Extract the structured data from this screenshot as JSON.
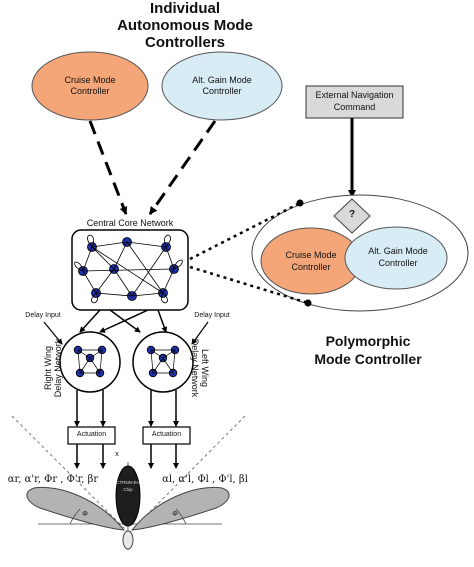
{
  "title": {
    "line1": "Individual",
    "line2": "Autonomous Mode",
    "line3": "Controllers"
  },
  "cruise_controller": {
    "line1": "Cruise Mode",
    "line2": "Controller"
  },
  "altgain_controller": {
    "line1": "Alt. Gain Mode",
    "line2": "Controller"
  },
  "external_nav": {
    "line1": "External Navigation",
    "line2": "Command"
  },
  "decision_symbol": "?",
  "poly_cruise": {
    "line1": "Cruise Mode",
    "line2": "Controller"
  },
  "poly_altgain": {
    "line1": "Alt. Gain Mode",
    "line2": "Controller"
  },
  "polymorphic_title": {
    "line1": "Polymorphic",
    "line2": "Mode Controller"
  },
  "central_core_label": "Central Core  Network",
  "delay_input_left": "Delay Input",
  "delay_input_right": "Delay Input",
  "right_wing_label": {
    "line1": "Right Wing",
    "line2": "Delay Network"
  },
  "left_wing_label": {
    "line1": "Left Wing",
    "line2": "Delay Network"
  },
  "actuation_left": "Actuation",
  "actuation_right": "Actuation",
  "right_params": "αr, α'r, Φr , Φ'r, βr",
  "left_params": "αl, α'l, Φl , Φ'l, βl",
  "body_chip": {
    "line1": "CTRNN-EH",
    "line2": "Chip"
  },
  "axis_label": "x",
  "angle_left": "Φ",
  "angle_right": "Φ",
  "colors": {
    "cruise": "#f4a679",
    "altgain": "#d7ecf4",
    "neuron": "#1f2fa8",
    "box_gray": "#d9d9d9"
  }
}
